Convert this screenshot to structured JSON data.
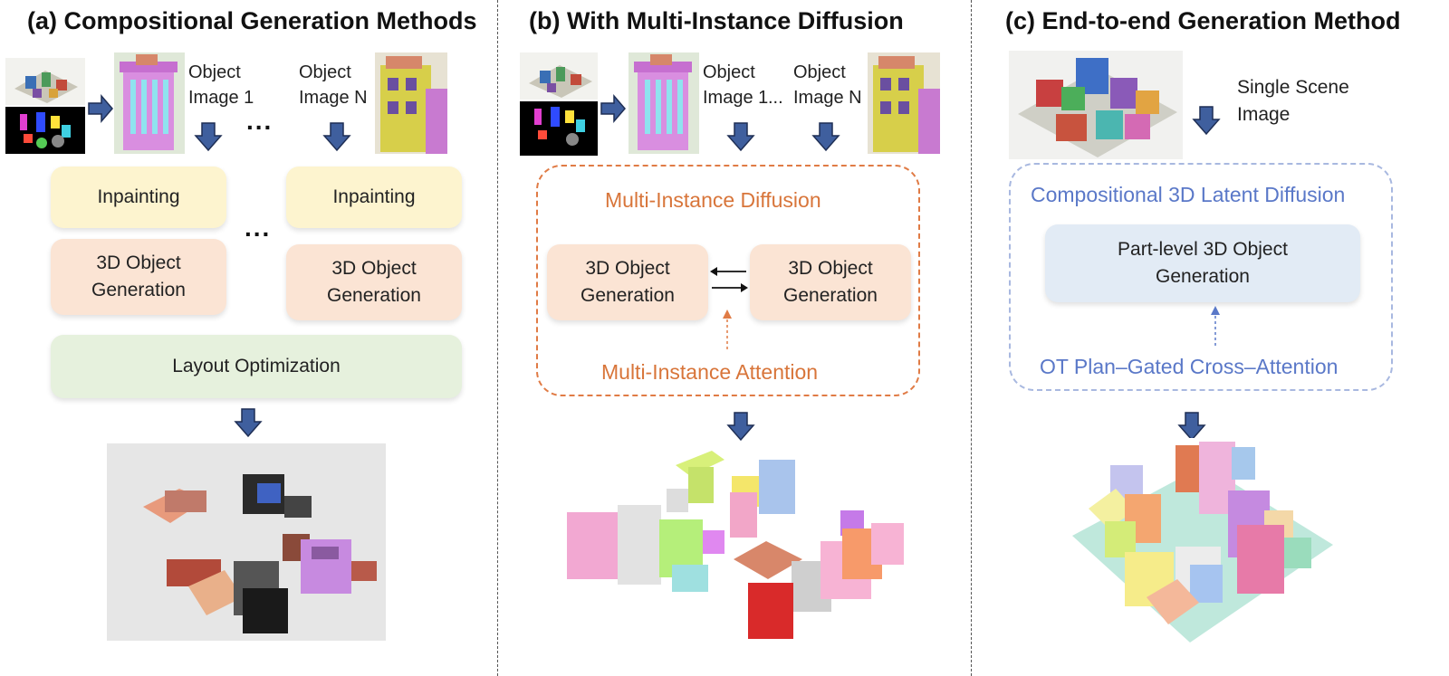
{
  "panel_a": {
    "title": "(a) Compositional Generation Methods",
    "object_image_1": [
      "Object",
      "Image 1"
    ],
    "object_image_n": [
      "Object",
      "Image N"
    ],
    "ellipsis": "...",
    "inpainting_label": "Inpainting",
    "gen_label": [
      "3D Object",
      "Generation"
    ],
    "layout_label": "Layout Optimization"
  },
  "panel_b": {
    "title": "(b) With Multi-Instance Diffusion",
    "object_image_1": [
      "Object",
      "Image 1"
    ],
    "object_image_n": [
      "Object",
      "Image N"
    ],
    "ellipsis": "...",
    "diffusion_label": "Multi-Instance Diffusion",
    "gen_label": [
      "3D Object",
      "Generation"
    ],
    "attention_label": "Multi-Instance Attention"
  },
  "panel_c": {
    "title": "(c) End-to-end Generation Method",
    "scene_label": [
      "Single Scene",
      "Image"
    ],
    "latent_label": "Compositional 3D Latent Diffusion",
    "part_label": [
      "Part-level 3D Object",
      "Generation"
    ],
    "cross_attn_label": "OT Plan–Gated Cross–Attention"
  },
  "colors": {
    "arrow_fill": "#3f5f9e",
    "arrow_stroke": "#1f2f55",
    "orange_dashed": "#e07b45",
    "blue_dashed": "#a8b8e0",
    "yellow_box": "#fdf4cf",
    "peach_box": "#fbe4d4",
    "green_box": "#e6f1dd",
    "blue_box": "#e2ebf5"
  }
}
